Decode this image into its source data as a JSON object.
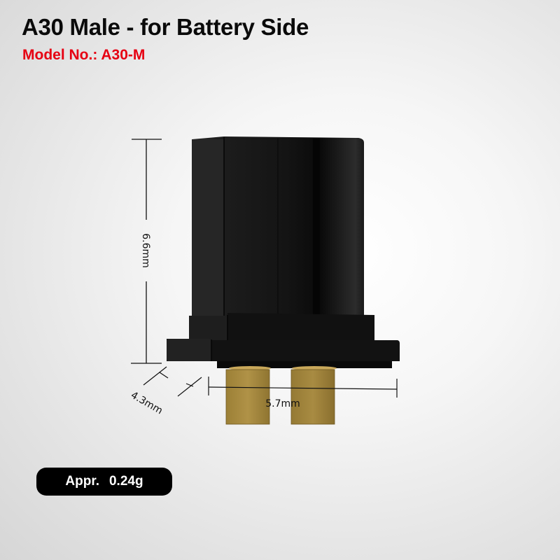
{
  "header": {
    "title": "A30 Male - for Battery Side",
    "model_label": "Model No.: A30-M"
  },
  "product": {
    "name": "A30 Male connector",
    "body_color": "#111111",
    "pin_color": "#a88b3e"
  },
  "dimensions": {
    "height": "6.6mm",
    "depth": "4.3mm",
    "width": "5.7mm"
  },
  "weight_badge": {
    "prefix": "Appr.",
    "value": "0.24g"
  },
  "colors": {
    "title": "#0a0a0a",
    "model": "#e60012",
    "badge_bg": "#000000",
    "badge_text": "#ffffff"
  }
}
